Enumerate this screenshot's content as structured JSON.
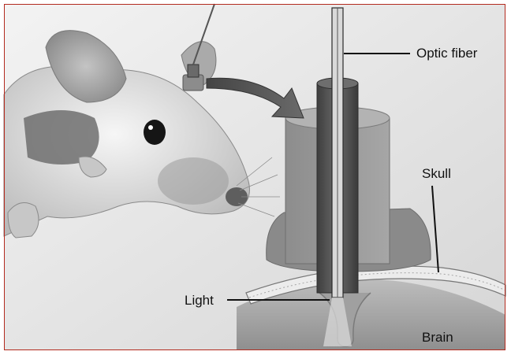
{
  "figure": {
    "labels": {
      "optic_fiber": "Optic fiber",
      "skull": "Skull",
      "light": "Light",
      "brain": "Brain"
    },
    "colors": {
      "frame": "#b32a1e",
      "background": "#e3e3e3",
      "implant_dark": "#5a5a5a",
      "implant_light": "#9a9a9a"
    }
  }
}
